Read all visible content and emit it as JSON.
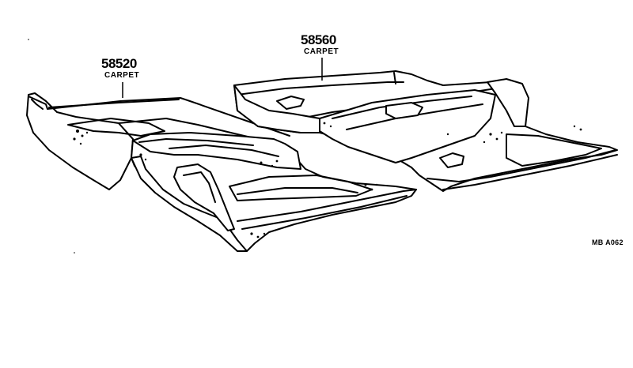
{
  "parts": [
    {
      "number": "58520",
      "name": "CARPET"
    },
    {
      "number": "58560",
      "name": "CARPET"
    }
  ],
  "reference_code": "MB A062"
}
